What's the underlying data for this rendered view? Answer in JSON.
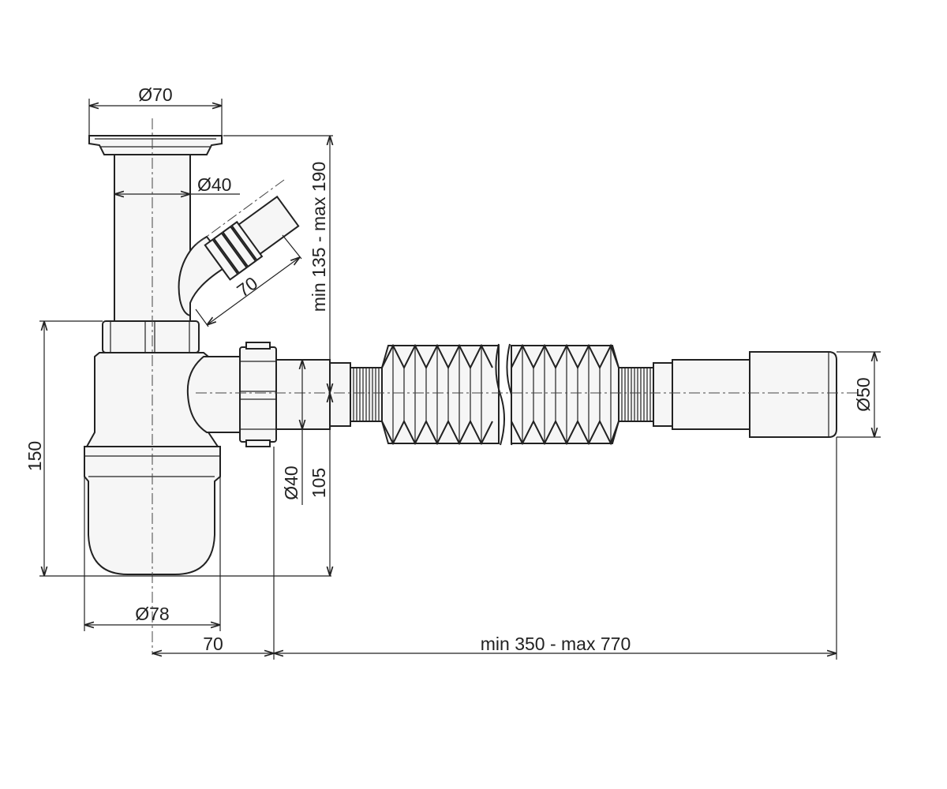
{
  "dimensions": {
    "strainer_diameter": "Ø70",
    "pipe_diameter": "Ø40",
    "overflow_length": "70",
    "height_range": "min 135 - max 190",
    "total_height": "150",
    "bottle_diameter": "Ø78",
    "outlet_diameter": "Ø40",
    "outlet_height": "105",
    "outlet_offset": "70",
    "hose_length_range": "min 350 - max 770",
    "end_diameter": "Ø50"
  }
}
